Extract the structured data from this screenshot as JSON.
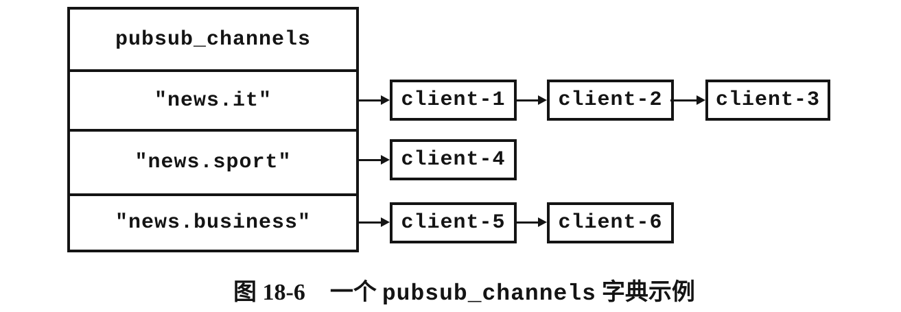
{
  "diagram": {
    "dict_name": "pubsub_channels",
    "rows": [
      {
        "key": "\"news.it\"",
        "clients": [
          "client-1",
          "client-2",
          "client-3"
        ]
      },
      {
        "key": "\"news.sport\"",
        "clients": [
          "client-4"
        ]
      },
      {
        "key": "\"news.business\"",
        "clients": [
          "client-5",
          "client-6"
        ]
      }
    ],
    "colors": {
      "ink": "#141414",
      "background": "#ffffff"
    }
  },
  "caption": {
    "figure_label": "图 18-6",
    "text_prefix": "一个",
    "code": "pubsub_channels",
    "text_suffix": "字典示例"
  }
}
